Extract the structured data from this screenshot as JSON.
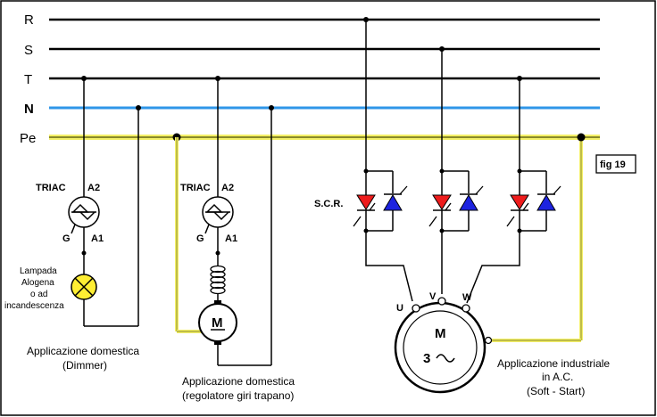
{
  "figure": {
    "fig_label": "fig 19",
    "lines": {
      "R": "R",
      "S": "S",
      "T": "T",
      "N": "N",
      "Pe": "Pe"
    },
    "dimmer": {
      "triac": "TRIAC",
      "a2": "A2",
      "a1": "A1",
      "g": "G",
      "lamp_line1": "Lampada",
      "lamp_line2": "Alogena",
      "lamp_line3": "o ad",
      "lamp_line4": "incandescenza",
      "caption_line1": "Applicazione domestica",
      "caption_line2": "(Dimmer)"
    },
    "drill": {
      "triac": "TRIAC",
      "a2": "A2",
      "a1": "A1",
      "g": "G",
      "motor": "M",
      "caption_line1": "Applicazione domestica",
      "caption_line2": "(regolatore giri trapano)"
    },
    "industrial": {
      "scr": "S.C.R.",
      "u": "U",
      "v": "V",
      "w": "W",
      "motor_m": "M",
      "motor_3": "3",
      "motor_tilde": "~",
      "caption_line1": "Applicazione industriale",
      "caption_line2": "in A.C.",
      "caption_line3": "(Soft - Start)"
    },
    "colors": {
      "scr_red": "#ee1c1c",
      "diode_blue": "#1d23e0",
      "neutral_blue": "#2f96e8",
      "earth_yellow": "#f4f068",
      "earth_olive": "#8a8a2a",
      "lamp_yellow": "#ffee33"
    }
  }
}
